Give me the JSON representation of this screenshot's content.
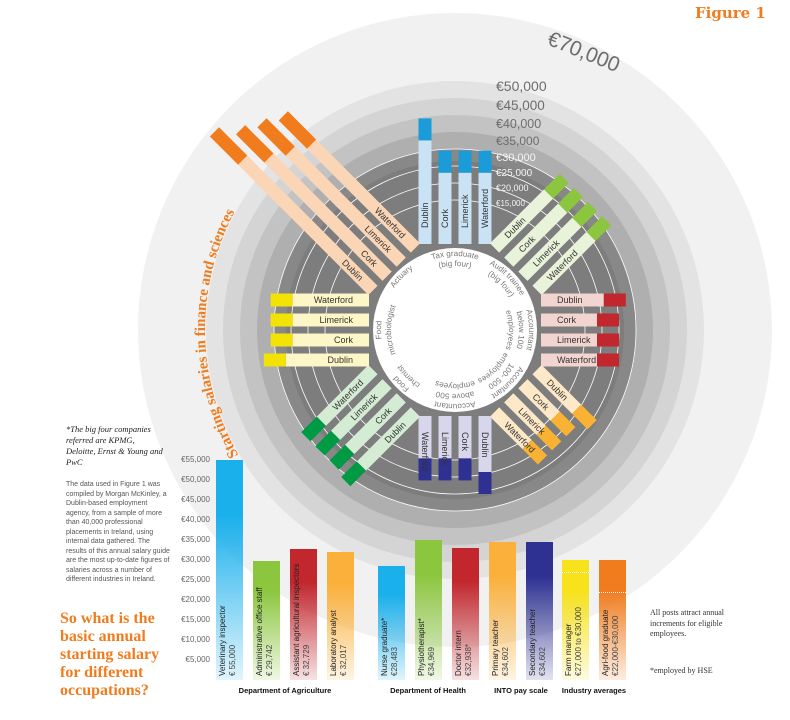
{
  "figure_label": "Figure 1",
  "big_four_note": "*The big four companies referred are KPMG, Deloitte, Ernst & Young and PwC",
  "source_note": "The data used in Figure 1 was compiled by Morgan McKinley, a Dublin-based employment agency, from a sample of more than 40,000 professional placements in Ireland, using internal data gathered. The results of this annual salary guide are the most up-to-date figures of salaries across a number of different industries in Ireland.",
  "headline": "So what is the basic annual starting salary for different occupations?",
  "increments_note": "All posts attract annual increments for eligible employees.",
  "hse_note": "*employed by HSE",
  "chart_data": [
    {
      "type": "radial-bar",
      "title": "Starting salaries in finance and sciences",
      "ring_labels": [
        "€15,000",
        "€20,000",
        "€25,000",
        "€30,000",
        "€35,000",
        "€40,000",
        "€45,000",
        "€50,000",
        "€70,000"
      ],
      "ring_values": [
        15000,
        20000,
        25000,
        30000,
        35000,
        40000,
        45000,
        50000,
        70000
      ],
      "cities": [
        "Dublin",
        "Cork",
        "Limerick",
        "Waterford"
      ],
      "groups": [
        {
          "label": [
            "Tax graduate",
            "(big four)"
          ],
          "light": "#c9e3f4",
          "dark": "#1b9bd8",
          "values": [
            39000,
            29500,
            29500,
            29500
          ]
        },
        {
          "label": [
            "Audit trainee",
            "(big four)"
          ],
          "light": "#e9f3da",
          "dark": "#8cc63f",
          "values": [
            31000,
            31000,
            31000,
            31000
          ]
        },
        {
          "label": [
            "Accountant",
            "below 100",
            "employees"
          ],
          "light": "#f2d5d0",
          "dark": "#c1272d",
          "values": [
            27000,
            25000,
            25000,
            25000
          ]
        },
        {
          "label": [
            "Accountant",
            "100- 500",
            "employees"
          ],
          "light": "#fde9c8",
          "dark": "#f9b233",
          "values": [
            25000,
            22000,
            22000,
            22000
          ]
        },
        {
          "label": [
            "Accountant",
            "above 500",
            "employees"
          ],
          "light": "#d8d6ea",
          "dark": "#2e3192",
          "values": [
            25000,
            21000,
            21000,
            21000
          ]
        },
        {
          "label": [
            "Food",
            "chemist"
          ],
          "light": "#d5ecd4",
          "dark": "#009a44",
          "values": [
            31000,
            30000,
            30000,
            30000
          ]
        },
        {
          "label": [
            "Food",
            "microbiologist"
          ],
          "light": "#fdf6c6",
          "dark": "#f2e205",
          "values": [
            33000,
            31000,
            31000,
            31000
          ]
        },
        {
          "label": [
            "Actuary"
          ],
          "light": "#fbd6b6",
          "dark": "#f07c1e",
          "values": [
            68000,
            63000,
            60000,
            57000
          ]
        }
      ]
    },
    {
      "type": "bar",
      "ylim": [
        0,
        55000
      ],
      "yticks": [
        "€5,000",
        "€10,000",
        "€15,000",
        "€20,000",
        "€25,000",
        "€30,000",
        "€35,000",
        "€40,000",
        "€45,000",
        "€50,000",
        "€55,000"
      ],
      "ytick_values": [
        5000,
        10000,
        15000,
        20000,
        25000,
        30000,
        35000,
        40000,
        45000,
        50000,
        55000
      ],
      "groups": [
        "Department of Agriculture",
        "Department of Health",
        "INTO pay scale",
        "Industry averages"
      ],
      "bars": [
        {
          "label": "Veterinary inspector",
          "value_text": "€ 55,000",
          "value": 55000,
          "group": 0,
          "color": "#1ab0ec"
        },
        {
          "label": "Administrative office staff",
          "value_text": "€ 29,742",
          "value": 29742,
          "group": 0,
          "color": "#8cc63f"
        },
        {
          "label": "Assistant agricultural inspectors",
          "value_text": "€ 32,729",
          "value": 32729,
          "group": 0,
          "color": "#c1272d"
        },
        {
          "label": "Laboratory analyst",
          "value_text": "€ 32,017",
          "value": 32017,
          "group": 0,
          "color": "#fbb03b"
        },
        {
          "label": "Nurse graduate*",
          "value_text": "€28,483",
          "value": 28483,
          "group": 1,
          "color": "#1ab0ec"
        },
        {
          "label": "Physiotherapist*",
          "value_text": "€34,969",
          "value": 34969,
          "group": 1,
          "color": "#8cc63f"
        },
        {
          "label": "Doctor intern",
          "value_text": "€32,938*",
          "value": 32938,
          "group": 1,
          "color": "#c1272d"
        },
        {
          "label": "Primary teacher",
          "value_text": "€34,602",
          "value": 34602,
          "group": 2,
          "color": "#fbb03b"
        },
        {
          "label": "Secondary teacher",
          "value_text": "€34,602",
          "value": 34602,
          "group": 2,
          "color": "#2e3192"
        },
        {
          "label": "Farm manager",
          "value_text": "€27,000 to €30,000",
          "value": 30000,
          "low": 27000,
          "group": 3,
          "color": "#f7e21b"
        },
        {
          "label": "Agri-food graduate",
          "value_text": "€22,000-€30,000",
          "value": 30000,
          "low": 22000,
          "group": 3,
          "color": "#f07c1e"
        }
      ]
    }
  ]
}
